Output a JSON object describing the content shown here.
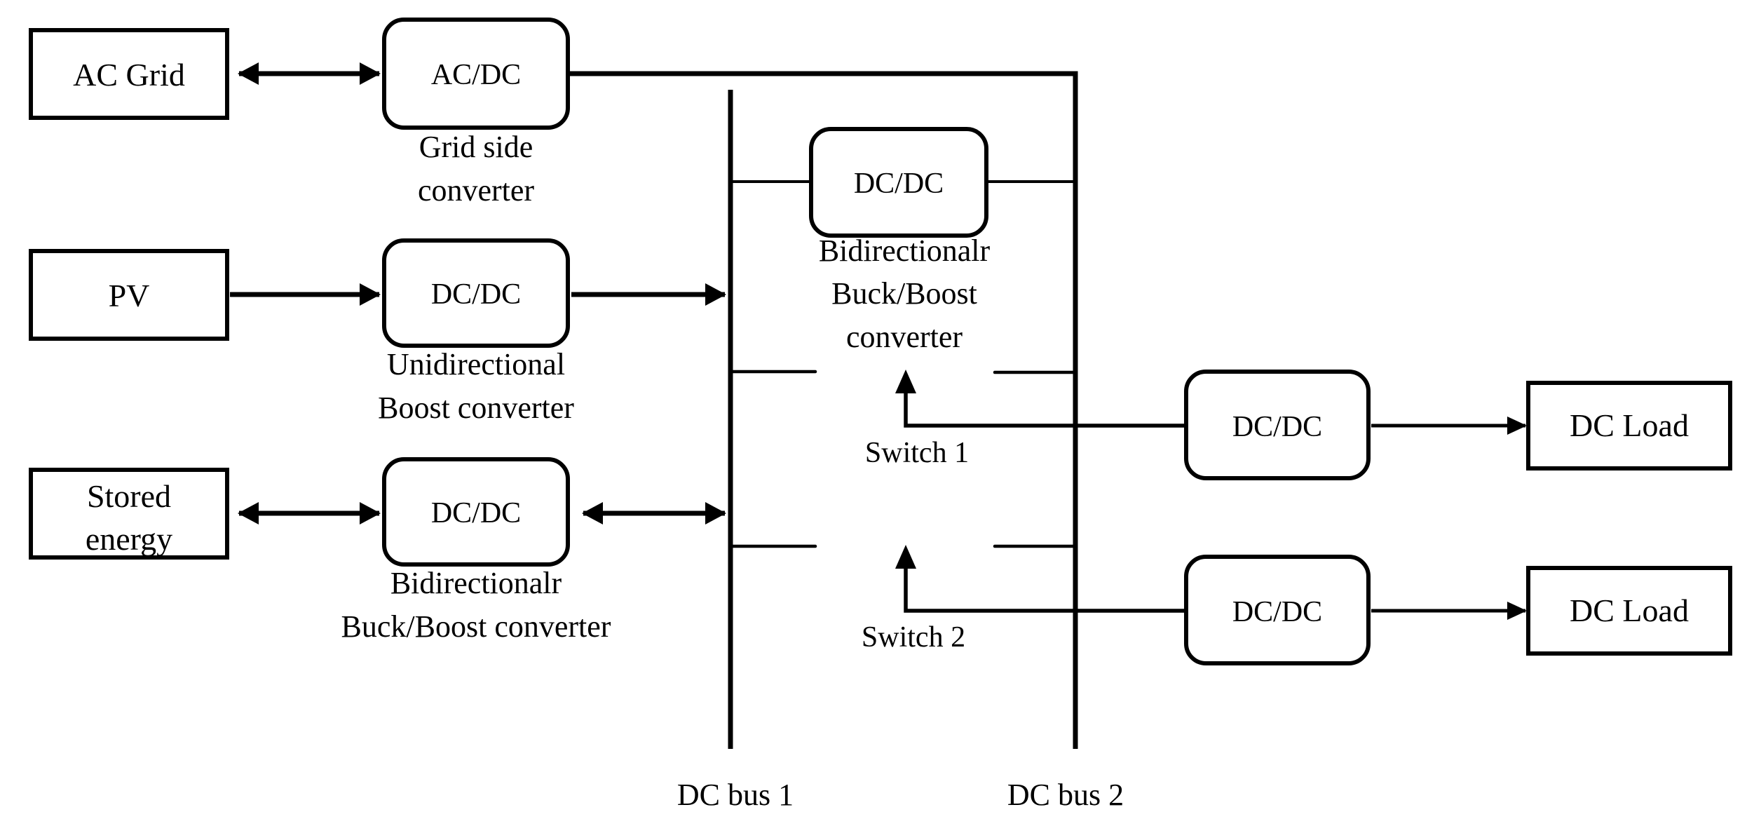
{
  "colors": {
    "background": "#ffffff",
    "line": "#000000"
  },
  "nodes": {
    "ac_grid": {
      "label": "AC Grid"
    },
    "pv": {
      "label": "PV"
    },
    "stored_energy": {
      "label_line1": "Stored",
      "label_line2": "energy"
    },
    "dc_load_1": {
      "label": "DC Load"
    },
    "dc_load_2": {
      "label": "DC Load"
    }
  },
  "converters": {
    "grid_side": {
      "box_label": "AC/DC",
      "caption_line1": "Grid side",
      "caption_line2": "converter"
    },
    "pv_boost": {
      "box_label": "DC/DC",
      "caption_line1": "Unidirectional",
      "caption_line2": "Boost converter"
    },
    "storage_buckboost": {
      "box_label": "DC/DC",
      "caption_line1": "Bidirectionalr",
      "caption_line2": "Buck/Boost converter"
    },
    "interlink_buckboost": {
      "box_label": "DC/DC",
      "caption_line1": "Bidirectionalr",
      "caption_line2": "Buck/Boost",
      "caption_line3": "converter"
    },
    "load_1": {
      "box_label": "DC/DC"
    },
    "load_2": {
      "box_label": "DC/DC"
    }
  },
  "switches": {
    "switch_1": {
      "label": "Switch 1"
    },
    "switch_2": {
      "label": "Switch 2"
    }
  },
  "buses": {
    "bus_1": {
      "label": "DC bus 1"
    },
    "bus_2": {
      "label": "DC bus 2"
    }
  }
}
